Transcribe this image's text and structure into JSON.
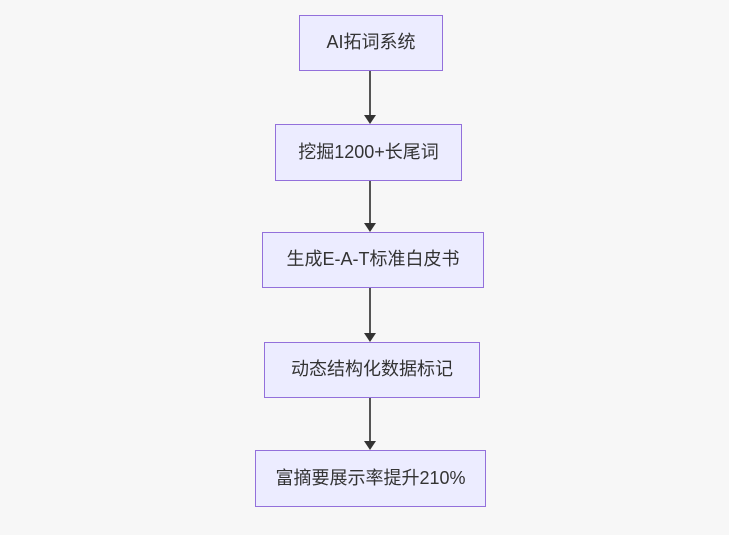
{
  "diagram": {
    "type": "flowchart",
    "direction": "top-down",
    "nodes": [
      {
        "id": "n1",
        "label": "AI拓词系统"
      },
      {
        "id": "n2",
        "label": "挖掘1200+长尾词"
      },
      {
        "id": "n3",
        "label": "生成E-A-T标准白皮书"
      },
      {
        "id": "n4",
        "label": "动态结构化数据标记"
      },
      {
        "id": "n5",
        "label": "富摘要展示率提升210%"
      }
    ],
    "edges": [
      {
        "from": "n1",
        "to": "n2"
      },
      {
        "from": "n2",
        "to": "n3"
      },
      {
        "from": "n3",
        "to": "n4"
      },
      {
        "from": "n4",
        "to": "n5"
      }
    ],
    "colors": {
      "node_fill": "#ECECFF",
      "node_border": "#9370DB",
      "text": "#333333",
      "arrow_line": "#555555",
      "arrow_head": "#333333",
      "background": "#f7f7f7"
    }
  }
}
